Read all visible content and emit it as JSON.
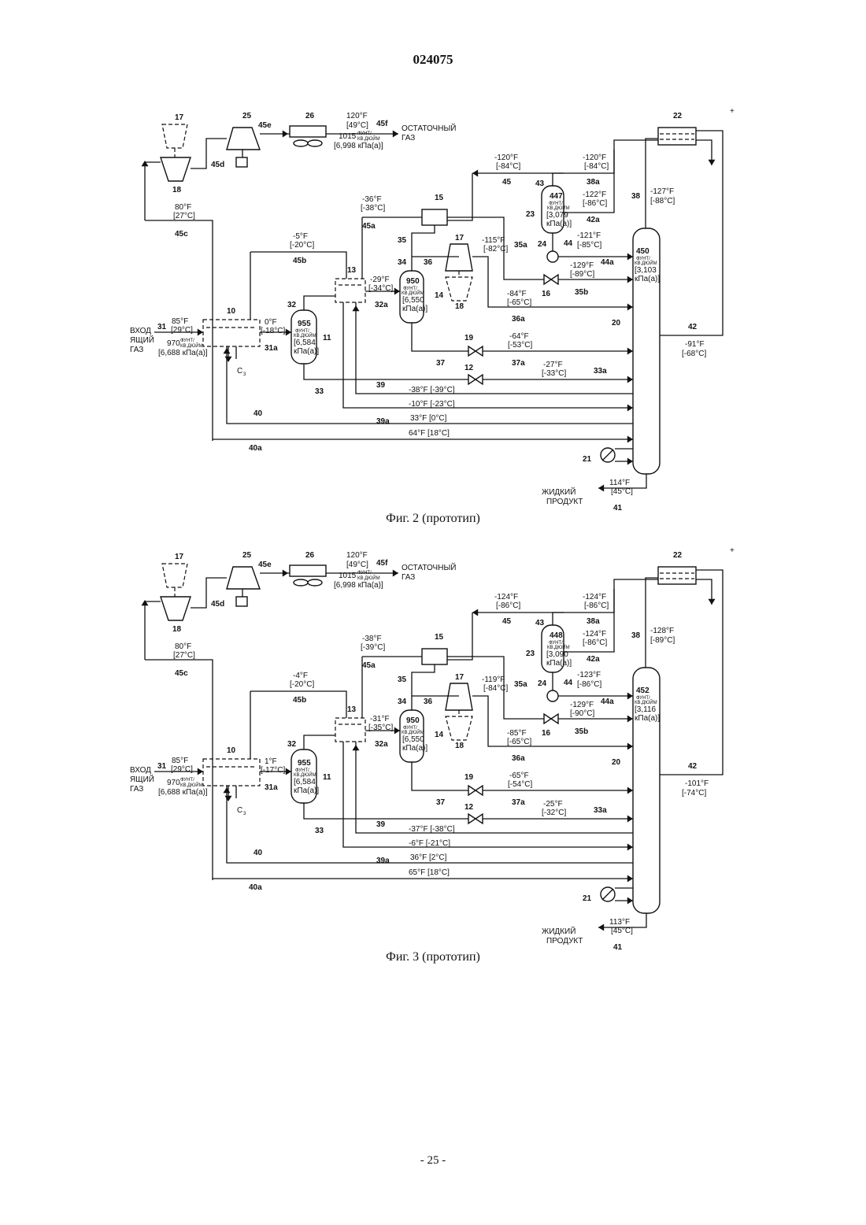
{
  "page": {
    "doc_number": "024075",
    "footer": "- 25 -"
  },
  "figures": [
    {
      "caption": "Фиг. 2 (прототип)",
      "texts": {
        "n17": "17",
        "n18": "18",
        "n25": "25",
        "n26": "26",
        "n45e": "45e",
        "n45d": "45d",
        "n45f": "45f",
        "t45f": "120°F",
        "c45f": "[49°C]",
        "p45f": "1015",
        "pu45f": "ФУНТ/",
        "pu45f2": "КВ.ДЮЙМ",
        "pk45f": "[6,998 кПа(а)]",
        "residue1": "ОСТАТОЧНЫЙ",
        "residue2": "ГАЗ",
        "n22": "22",
        "plus": "+",
        "t45": "-120°F",
        "c45": "[-84°C]",
        "n45": "45",
        "t38a": "-120°F",
        "c38a": "[-84°C]",
        "n38a": "38a",
        "n43": "43",
        "p43": "447",
        "pu43": "ФУНТ/",
        "pu43b": "КВ.ДЮЙМ",
        "pk43": "[3,079",
        "pk43b": "кПа(а)]",
        "n23": "23",
        "t42a": "-122°F",
        "c42a": "[-86°C]",
        "n42a": "42a",
        "n38": "38",
        "t38": "-127°F",
        "c38": "[-88°C]",
        "t45c": "80°F",
        "c45c": "[27°C]",
        "n45c": "45c",
        "t45a": "-36°F",
        "c45a": "[-38°C]",
        "n45a": "45a",
        "n15": "15",
        "t45b": "-5°F",
        "c45b": "[-20°C]",
        "n45b": "45b",
        "n35": "35",
        "n35a": "35a",
        "t35a": "-115°F",
        "c35a": "[-82°C]",
        "n34": "34",
        "n36": "36",
        "n17b": "17",
        "n18b": "18",
        "n24": "24",
        "n44": "44",
        "t44a": "-121°F",
        "c44a": "[-85°C]",
        "n44a": "44a",
        "p20": "450",
        "pu20": "ФУНТ/",
        "pu20b": "КВ.ДЮЙМ",
        "pk20": "[3,103",
        "pk20b": "кПа(а)]",
        "t35b": "-129°F",
        "c35b": "[-89°C]",
        "n16": "16",
        "n35b": "35b",
        "n13": "13",
        "t32a": "-29°F",
        "c32a": "[-34°C]",
        "n32a": "32a",
        "p14": "950",
        "pu14": "ФУНТ/",
        "pu14b": "КВ.ДЮЙМ",
        "pk14": "[6,550",
        "pk14b": "кПа(а)]",
        "n14": "14",
        "t36a": "-84°F",
        "c36a": "[-65°C]",
        "n36a": "36a",
        "n32": "32",
        "p11": "955",
        "pu11": "ФУНТ/",
        "pu11b": "КВ.ДЮЙМ",
        "pk11": "[6,584",
        "pk11b": "кПа(а)]",
        "n11": "11",
        "n10": "10",
        "t31a": "0°F",
        "c31a": "[-18°C]",
        "n31a": "31a",
        "inlet1": "ВХОД",
        "inlet2": "ЯЩИЙ",
        "inlet3": "ГАЗ",
        "n31": "31",
        "t31": "85°F",
        "c31": "[29°C]",
        "p31": "970",
        "pu31": "ФУНТ/",
        "pu31b": "КВ.ДЮЙМ",
        "pk31": "[6,688 кПа(а)]",
        "c3": "C",
        "c3sub": "3",
        "n20": "20",
        "n42": "42",
        "t42": "-91°F",
        "c42": "[-68°C]",
        "n19": "19",
        "t37a": "-64°F",
        "c37a": "[-53°C]",
        "n37": "37",
        "n37a": "37a",
        "n12": "12",
        "t33a": "-27°F",
        "c33a": "[-33°C]",
        "n33a": "33a",
        "n33": "33",
        "n39": "39",
        "t39": "-38°F [-39°C]",
        "t39a": "-10°F [-23°C]",
        "n39a": "39a",
        "n40": "40",
        "t40": "33°F [0°C]",
        "n40a": "40a",
        "t40a": "64°F [18°C]",
        "n21": "21",
        "t41": "114°F",
        "c41": "[45°C]",
        "liq1": "ЖИДКИЙ",
        "liq2": "ПРОДУКТ",
        "n41": "41"
      }
    },
    {
      "caption": "Фиг. 3 (прототип)",
      "texts": {
        "n17": "17",
        "n18": "18",
        "n25": "25",
        "n26": "26",
        "n45e": "45e",
        "n45d": "45d",
        "n45f": "45f",
        "t45f": "120°F",
        "c45f": "[49°C]",
        "p45f": "1015",
        "pu45f": "ФУНТ/",
        "pu45f2": "КВ.ДЮЙМ",
        "pk45f": "[6,998 кПа(а)]",
        "residue1": "ОСТАТОЧНЫЙ",
        "residue2": "ГАЗ",
        "n22": "22",
        "plus": "+",
        "t45": "-124°F",
        "c45": "[-86°C]",
        "n45": "45",
        "t38a": "-124°F",
        "c38a": "[-86°C]",
        "n38a": "38a",
        "n43": "43",
        "p43": "448",
        "pu43": "ФУНТ/",
        "pu43b": "КВ.ДЮЙМ",
        "pk43": "[3,090",
        "pk43b": "кПа(а)]",
        "n23": "23",
        "t42a": "-124°F",
        "c42a": "[-86°C]",
        "n42a": "42a",
        "n38": "38",
        "t38": "-128°F",
        "c38": "[-89°C]",
        "t45c": "80°F",
        "c45c": "[27°C]",
        "n45c": "45c",
        "t45a": "-38°F",
        "c45a": "[-39°C]",
        "n45a": "45a",
        "n15": "15",
        "t45b": "-4°F",
        "c45b": "[-20°C]",
        "n45b": "45b",
        "n35": "35",
        "n35a": "35a",
        "t35a": "-119°F",
        "c35a": "[-84°C]",
        "n34": "34",
        "n36": "36",
        "n17b": "17",
        "n18b": "18",
        "n24": "24",
        "n44": "44",
        "t44a": "-123°F",
        "c44a": "[-86°C]",
        "n44a": "44a",
        "p20": "452",
        "pu20": "ФУНТ/",
        "pu20b": "КВ.ДЮЙМ",
        "pk20": "[3,116",
        "pk20b": "кПа(а)]",
        "t35b": "-129°F",
        "c35b": "[-90°C]",
        "n16": "16",
        "n35b": "35b",
        "n13": "13",
        "t32a": "-31°F",
        "c32a": "[-35°C]",
        "n32a": "32a",
        "p14": "950",
        "pu14": "ФУНТ/",
        "pu14b": "КВ.ДЮЙМ",
        "pk14": "[6,550",
        "pk14b": "кПа(а)]",
        "n14": "14",
        "t36a": "-85°F",
        "c36a": "[-65°C]",
        "n36a": "36a",
        "n32": "32",
        "p11": "955",
        "pu11": "ФУНТ/",
        "pu11b": "КВ.ДЮЙМ",
        "pk11": "[6,584",
        "pk11b": "кПа(а)]",
        "n11": "11",
        "n10": "10",
        "t31a": "1°F",
        "c31a": "[-17°C]",
        "n31a": "31a",
        "inlet1": "ВХОД",
        "inlet2": "ЯЩИЙ",
        "inlet3": "ГАЗ",
        "n31": "31",
        "t31": "85°F",
        "c31": "[29°C]",
        "p31": "970",
        "pu31": "ФУНТ/",
        "pu31b": "КВ.ДЮЙМ",
        "pk31": "[6,688 кПа(а)]",
        "c3": "C",
        "c3sub": "3",
        "n20": "20",
        "n42": "42",
        "t42": "-101°F",
        "c42": "[-74°C]",
        "n19": "19",
        "t37a": "-65°F",
        "c37a": "[-54°C]",
        "n37": "37",
        "n37a": "37a",
        "n12": "12",
        "t33a": "-25°F",
        "c33a": "[-32°C]",
        "n33a": "33a",
        "n33": "33",
        "n39": "39",
        "t39": "-37°F [-38°C]",
        "t39a": "-6°F [-21°C]",
        "n39a": "39a",
        "n40": "40",
        "t40": "36°F [2°C]",
        "n40a": "40a",
        "t40a": "65°F [18°C]",
        "n21": "21",
        "t41": "113°F",
        "c41": "[45°C]",
        "liq1": "ЖИДКИЙ",
        "liq2": "ПРОДУКТ",
        "n41": "41"
      }
    }
  ]
}
